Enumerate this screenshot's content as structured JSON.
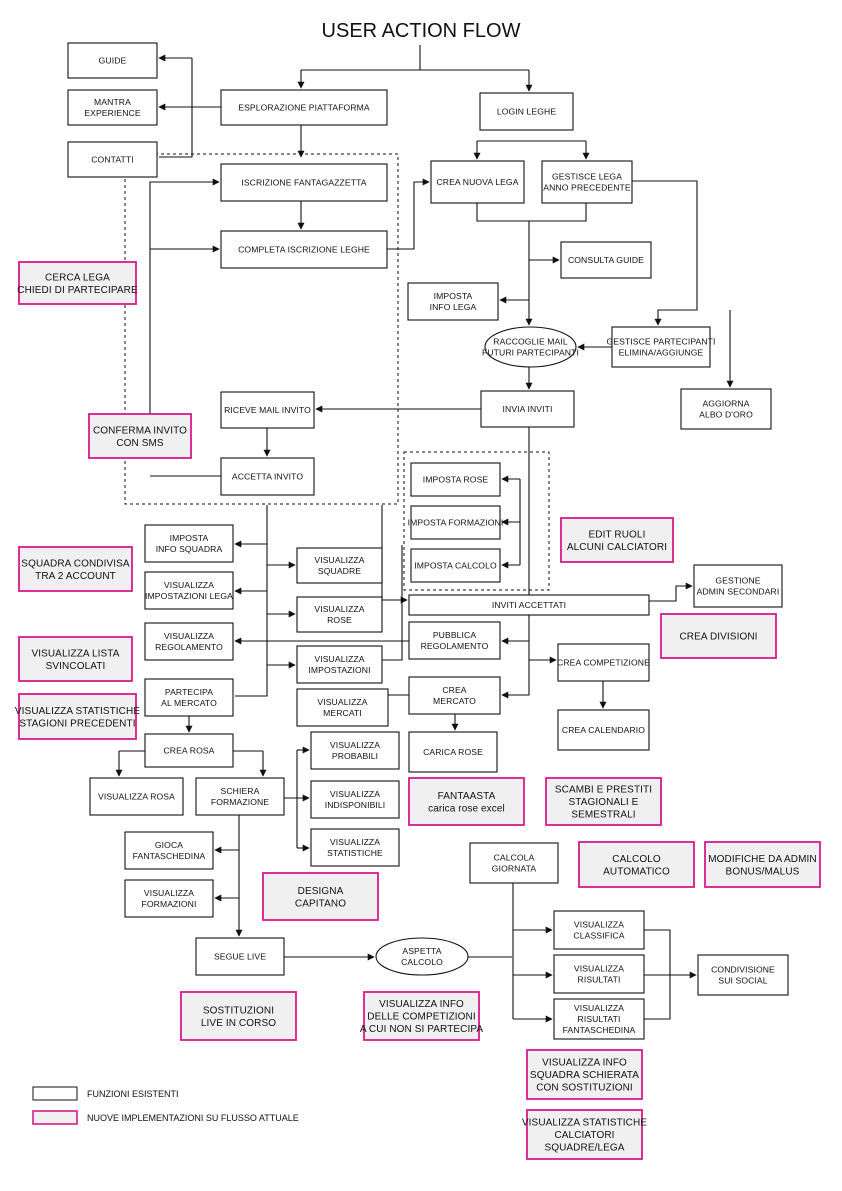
{
  "title": "USER ACTION FLOW",
  "colors": {
    "existing_border": "#111111",
    "new_border": "#d81b8c",
    "new_fill": "#f0f0f0"
  },
  "nodes": {
    "guide": "GUIDE",
    "mantra": "MANTRA\nEXPERIENCE",
    "contatti": "CONTATTI",
    "esplorazione": "ESPLORAZIONE PIATTAFORMA",
    "login": "LOGIN LEGHE",
    "iscrizione": "ISCRIZIONE FANTAGAZZETTA",
    "completa": "COMPLETA ISCRIZIONE LEGHE",
    "crea_lega": "CREA  NUOVA LEGA",
    "gestisce_lega": "GESTISCE LEGA\nANNO PRECEDENTE",
    "cerca_lega": "CERCA LEGA\nCHIEDI DI PARTECIPARE",
    "consulta_guide": "CONSULTA GUIDE",
    "imposta_info_lega": "IMPOSTA\nINFO LEGA",
    "raccoglie_mail": "RACCOGLIE MAIL\nFUTURI PARTECIPANTI",
    "gestisce_partecipanti": "GESTISCE PARTECIPANTI\nELIMINA/AGGIUNGE",
    "riceve_mail": "RICEVE MAIL INVITO",
    "invia_inviti": "INVIA INVITI",
    "aggiorna_albo": "AGGIORNA\nALBO D'ORO",
    "conferma_invito": "CONFERMA INVITO\nCON SMS",
    "accetta_invito": "ACCETTA INVITO",
    "imposta_rose": "IMPOSTA ROSE",
    "imposta_formazioni": "IMPOSTA FORMAZIONI",
    "imposta_calcolo": "IMPOSTA CALCOLO",
    "imposta_info_squadra": "IMPOSTA\nINFO SQUADRA",
    "edit_ruoli": "EDIT RUOLI\nALCUNI CALCIATORI",
    "squadra_condivisa": "SQUADRA CONDIVISA\nTRA 2 ACCOUNT",
    "visualizza_squadre": "VISUALIZZA\nSQUADRE",
    "visualizza_imp_lega": "VISUALIZZA\nIMPOSTAZIONI LEGA",
    "gestione_admin": "GESTIONE\nADMIN SECONDARI",
    "inviti_accettati": "INVITI ACCETTATI",
    "visualizza_rose": "VISUALIZZA\nROSE",
    "crea_divisioni": "CREA DIVISIONI",
    "visualizza_regolamento": "VISUALIZZA\nREGOLAMENTO",
    "pubblica_regolamento": "PUBBLICA\nREGOLAMENTO",
    "visualizza_svincolati": "VISUALIZZA LISTA\nSVINCOLATI",
    "visualizza_impostazioni": "VISUALIZZA\nIMPOSTAZIONI",
    "crea_competizione": "CREA COMPETIZIONE",
    "partecipa_mercato": "PARTECIPA\nAL MERCATO",
    "visualizza_mercati": "VISUALIZZA\nMERCATI",
    "crea_mercato": "CREA\nMERCATO",
    "visualizza_stat_stagioni": "VISUALIZZA STATISTICHE\nSTAGIONI PRECEDENTI",
    "crea_calendario": "CREA CALENDARIO",
    "crea_rosa": "CREA ROSA",
    "visualizza_probabili": "VISUALIZZA\nPROBABILI",
    "carica_rose": "CARICA ROSE",
    "visualizza_rosa": "VISUALIZZA ROSA",
    "schiera_formazione": "SCHIERA\nFORMAZIONE",
    "visualizza_indisponibili": "VISUALIZZA\nINDISPONIBILI",
    "fantaasta": "FANTAASTA\ncarica rose excel",
    "scambi_prestiti": "SCAMBI E PRESTITI\nSTAGIONALI E\nSEMESTRALI",
    "gioca_fantaschedina": "GIOCA\nFANTASCHEDINA",
    "visualizza_statistiche": "VISUALIZZA\nSTATISTICHE",
    "calcola_giornata": "CALCOLA\nGIORNATA",
    "calcolo_automatico": "CALCOLO\nAUTOMATICO",
    "modifiche_admin": "MODIFICHE DA ADMIN\nBONUS/MALUS",
    "visualizza_formazioni": "VISUALIZZA\nFORMAZIONI",
    "designa_capitano": "DESIGNA\nCAPITANO",
    "visualizza_classifica": "VISUALIZZA\nCLASSIFICA",
    "segue_live": "SEGUE LIVE",
    "aspetta_calcolo": "ASPETTA\nCALCOLO",
    "condivisione_social": "CONDIVISIONE\nSUI SOCIAL",
    "visualizza_risultati": "VISUALIZZA\nRISULTATI",
    "sostituzioni_live": "SOSTITUZIONI\nLIVE IN CORSO",
    "visualizza_info_competizioni": "VISUALIZZA INFO\nDELLE COMPETIZIONI\nA CUI NON SI PARTECIPA",
    "visualizza_risultati_fantaschedina": "VISUALIZZA\nRISULTATI\nFANTASCHEDINA",
    "visualizza_info_squadra": "VISUALIZZA INFO\nSQUADRA SCHIERATA\nCON SOSTITUZIONI",
    "visualizza_stat_calciatori": "VISUALIZZA STATISTICHE\nCALCIATORI\nSQUADRE/LEGA"
  },
  "legend": {
    "existing": "FUNZIONI ESISTENTI",
    "new": "NUOVE IMPLEMENTAZIONI SU FLUSSO ATTUALE"
  }
}
